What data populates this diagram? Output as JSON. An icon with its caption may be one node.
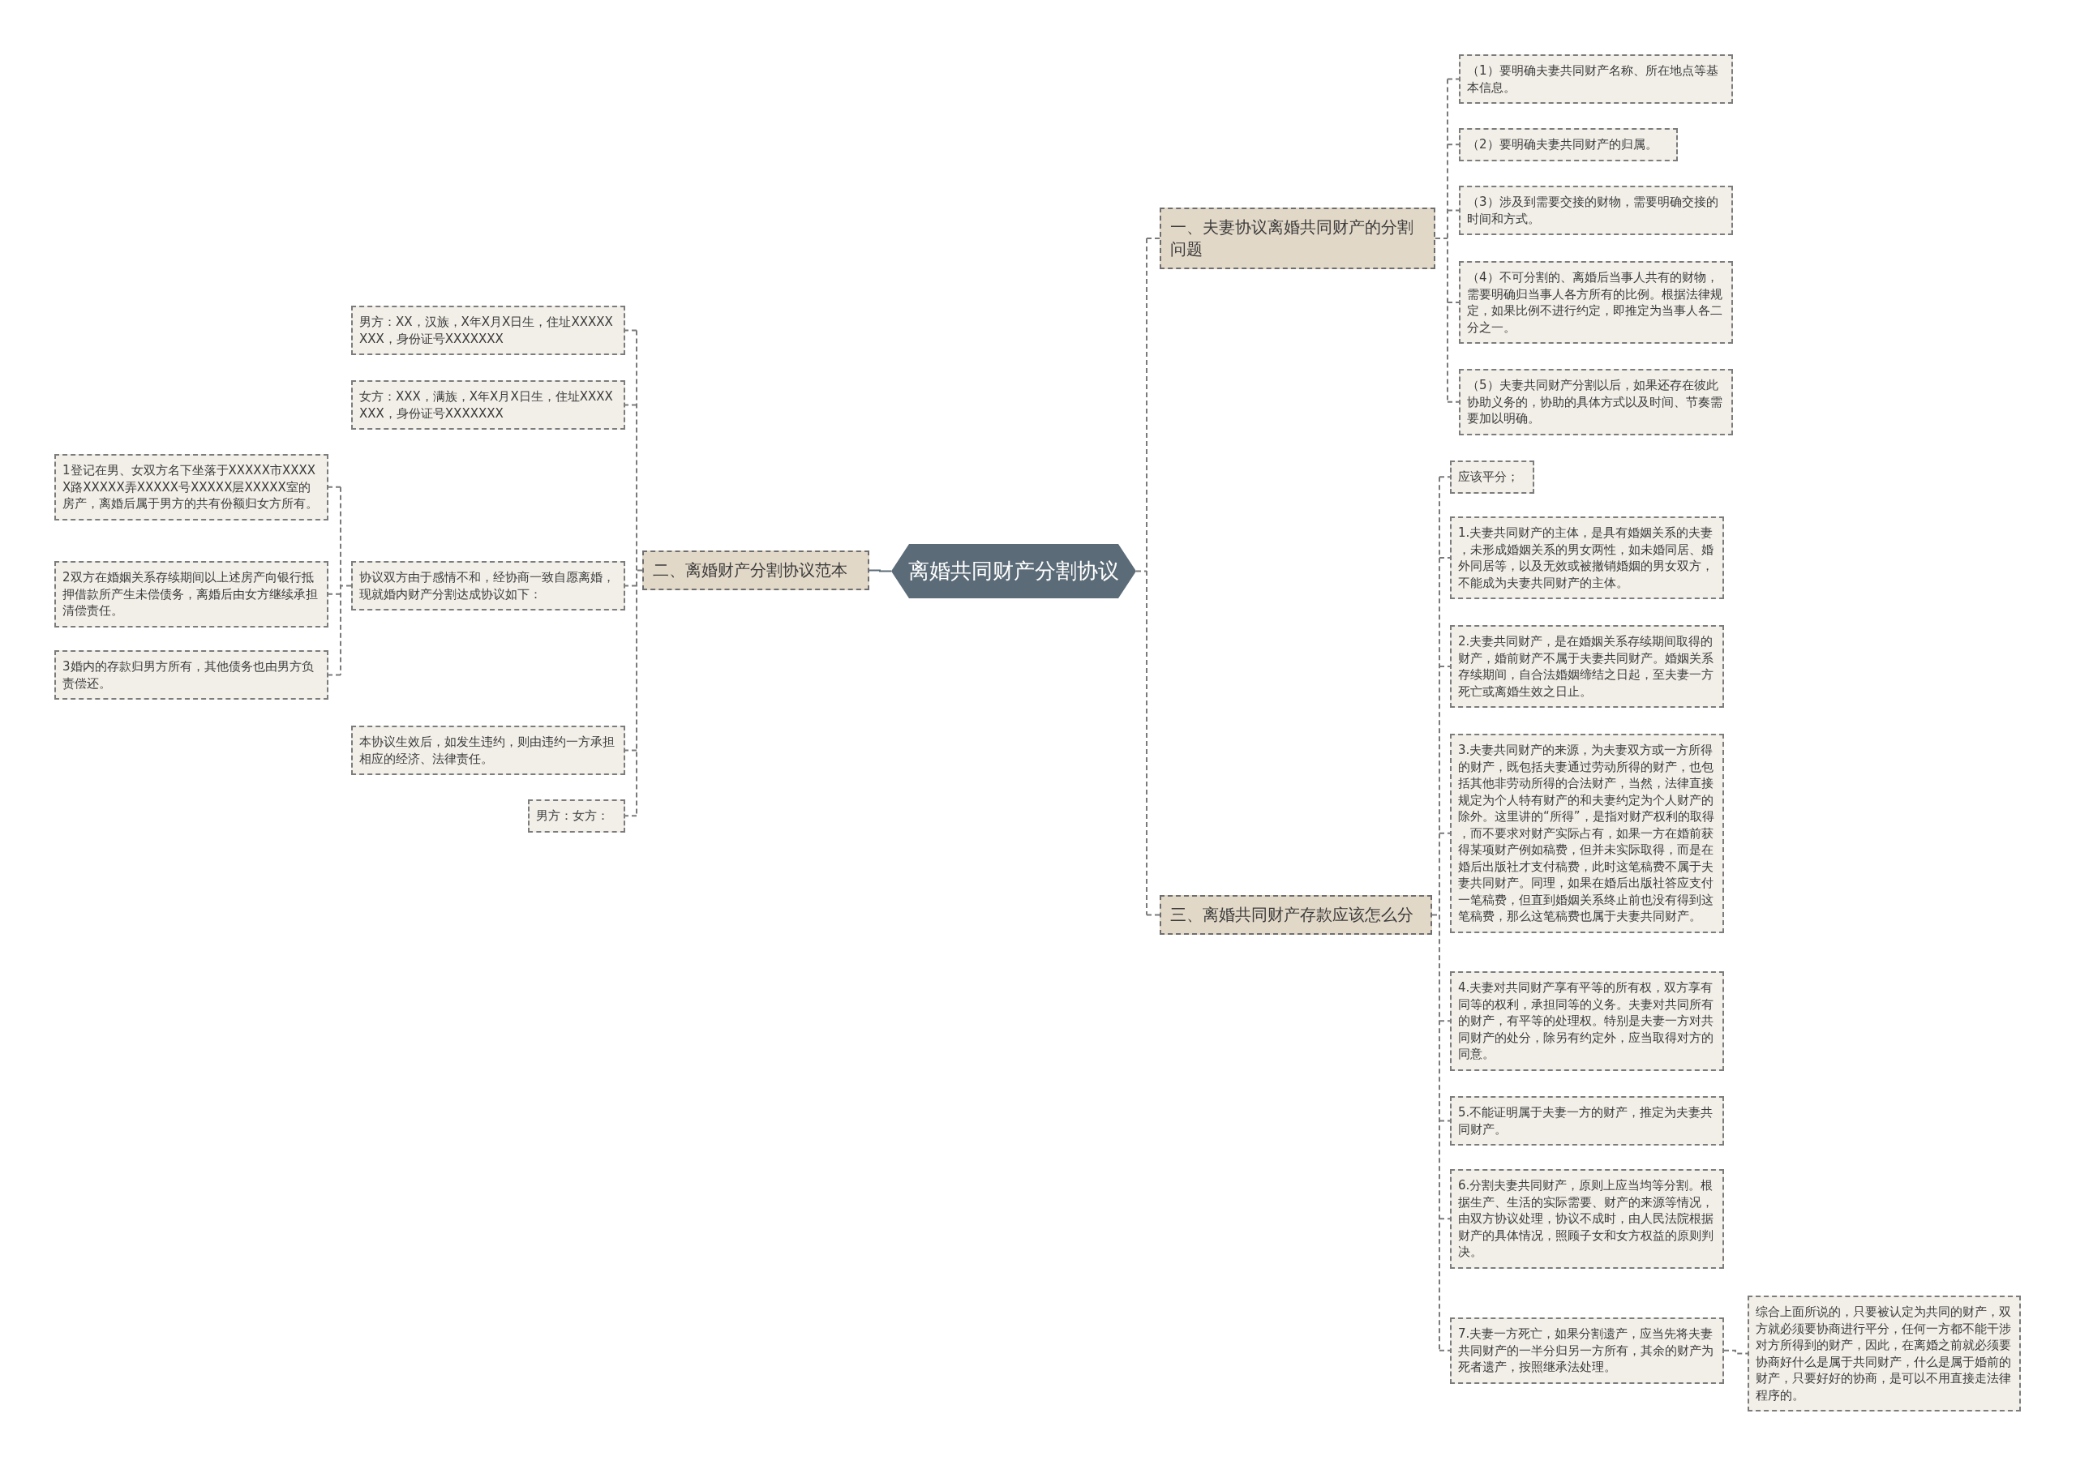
{
  "diagram": {
    "nodes": [
      {
        "text": [
          "离婚共同财产分割协议"
        ]
      },
      {
        "text": [
          "一、夫妻协议离婚共同财产的分割问题"
        ]
      },
      {
        "text": [
          "（1）要明确夫妻共同财产名称、所在地点等基本信息。"
        ]
      },
      {
        "text": [
          "（2）要明确夫妻共同财产的归属。"
        ]
      },
      {
        "text": [
          "（3）涉及到需要交接的财物，需要明确交接的时间和方式。"
        ]
      },
      {
        "text": [
          "（4）不可分割的、离婚后当事人共有的财物，需要明确归当事人各方所有的比例。根据法律规定，如果比例不进行约定，即推定为当事人各二分之一。"
        ]
      },
      {
        "text": [
          "（5）夫妻共同财产分割以后，如果还存在彼此协助义务的，协助的具体方式以及时间、节奏需要加以明确。"
        ]
      },
      {
        "text": [
          "二、离婚财产分割协议范本"
        ]
      },
      {
        "text": [
          "男方：XX，汉族，X年X月X日生，住址XXXXXXXX，身份证号XXXXXXX"
        ]
      },
      {
        "text": [
          "女方：XXX，满族，X年X月X日生，住址XXXXXXX，身份证号XXXXXXX"
        ]
      },
      {
        "text": [
          "协议双方由于感情不和，经协商一致自愿离婚，现就婚内财产分割达成协议如下："
        ]
      },
      {
        "text": [
          "1登记在男、女双方名下坐落于XXXXX市XXXXX路XXXXX弄XXXXX号XXXXX层XXXXX室的房产，离婚后属于男方的共有份额归女方所有。"
        ]
      },
      {
        "text": [
          "2双方在婚姻关系存续期间以上述房产向银行抵押借款所产生未偿债务，离婚后由女方继续承担清偿责任。"
        ]
      },
      {
        "text": [
          "3婚内的存款归男方所有，其他债务也由男方负责偿还。"
        ]
      },
      {
        "text": [
          "本协议生效后，如发生违约，则由违约一方承担相应的经济、法律责任。"
        ]
      },
      {
        "text": [
          "男方：女方："
        ]
      },
      {
        "text": [
          "三、离婚共同财产存款应该怎么分"
        ]
      },
      {
        "text": [
          "应该平分；"
        ]
      },
      {
        "text": [
          "1.夫妻共同财产的主体，是具有婚姻关系的夫妻，未形成婚姻关系的男女两性，如未婚同居、婚外同居等，以及无效或被撤销婚姻的男女双方，不能成为夫妻共同财产的主体。"
        ]
      },
      {
        "text": [
          "2.夫妻共同财产，是在婚姻关系存续期间取得的财产，婚前财产不属于夫妻共同财产。婚姻关系存续期间，自合法婚姻缔结之日起，至夫妻一方死亡或离婚生效之日止。"
        ]
      },
      {
        "text": [
          "3.夫妻共同财产的来源，为夫妻双方或一方所得的财产，既包括夫妻通过劳动所得的财产，也包括其他非劳动所得的合法财产，当然，法律直接规定为个人特有财产的和夫妻约定为个人财产的除外。这里讲的“所得”，是指对财产权利的取得，而不要求对财产实际占有，如果一方在婚前获得某项财产例如稿费，但并未实际取得，而是在婚后出版社才支付稿费，此时这笔稿费不属于夫妻共同财产。同理，如果在婚后出版社答应支付一笔稿费，但直到婚姻关系终止前也没有得到这笔稿费，那么这笔稿费也属于夫妻共同财产。"
        ]
      },
      {
        "text": [
          "4.夫妻对共同财产享有平等的所有权，双方享有同等的权利，承担同等的义务。夫妻对共同所有的财产，有平等的处理权。特别是夫妻一方对共同财产的处分，除另有约定外，应当取得对方的同意。"
        ]
      },
      {
        "text": [
          "5.不能证明属于夫妻一方的财产，推定为夫妻共同财产。"
        ]
      },
      {
        "text": [
          "6.分割夫妻共同财产，原则上应当均等分割。根据生产、生活的实际需要、财产的来源等情况，由双方协议处理，协议不成时，由人民法院根据财产的具体情况，照顾子女和女方权益的原则判决。"
        ]
      },
      {
        "text": [
          "7.夫妻一方死亡，如果分割遗产，应当先将夫妻共同财产的一半分归另一方所有，其余的财产为死者遗产，按照继承法处理。"
        ]
      },
      {
        "text": [
          "综合上面所说的，只要被认定为共同的财产，双方就必须要协商进行平分，任何一方都不能干涉对方所得到的财产，因此，在离婚之前就必须要协商好什么是属于共同财产，什么是属于婚前的财产，只要好好的协商，是可以不用直接走法律程序的。"
        ]
      }
    ],
    "edges": [
      {
        "from": 0,
        "to": 1,
        "arrow": "none",
        "style": "dashed"
      },
      {
        "from": 1,
        "to": 2,
        "arrow": "none",
        "style": "dashed"
      },
      {
        "from": 1,
        "to": 3,
        "arrow": "none",
        "style": "dashed"
      },
      {
        "from": 1,
        "to": 4,
        "arrow": "none",
        "style": "dashed"
      },
      {
        "from": 1,
        "to": 5,
        "arrow": "none",
        "style": "dashed"
      },
      {
        "from": 1,
        "to": 6,
        "arrow": "none",
        "style": "dashed"
      },
      {
        "from": 0,
        "to": 7,
        "arrow": "none",
        "color": "#5b6b77"
      },
      {
        "from": 7,
        "to": 8,
        "arrow": "none",
        "style": "dashed"
      },
      {
        "from": 7,
        "to": 9,
        "arrow": "none",
        "style": "dashed"
      },
      {
        "from": 7,
        "to": 10,
        "arrow": "none",
        "style": "dashed"
      },
      {
        "from": 10,
        "to": 11,
        "arrow": "none",
        "style": "dashed"
      },
      {
        "from": 10,
        "to": 12,
        "arrow": "none",
        "style": "dashed"
      },
      {
        "from": 10,
        "to": 13,
        "arrow": "none",
        "style": "dashed"
      },
      {
        "from": 7,
        "to": 14,
        "arrow": "none",
        "style": "dashed"
      },
      {
        "from": 7,
        "to": 15,
        "arrow": "none",
        "style": "dashed"
      },
      {
        "from": 0,
        "to": 16,
        "arrow": "none",
        "style": "dashed"
      },
      {
        "from": 16,
        "to": 17,
        "arrow": "none",
        "style": "dashed"
      },
      {
        "from": 16,
        "to": 18,
        "arrow": "none",
        "style": "dashed"
      },
      {
        "from": 16,
        "to": 19,
        "arrow": "none",
        "style": "dashed"
      },
      {
        "from": 16,
        "to": 20,
        "arrow": "none",
        "style": "dashed"
      },
      {
        "from": 16,
        "to": 21,
        "arrow": "none",
        "style": "dashed"
      },
      {
        "from": 16,
        "to": 22,
        "arrow": "none",
        "style": "dashed"
      },
      {
        "from": 16,
        "to": 23,
        "arrow": "none",
        "style": "dashed"
      },
      {
        "from": 16,
        "to": 24,
        "arrow": "none",
        "style": "dashed"
      },
      {
        "from": 24,
        "to": 25,
        "arrow": "none",
        "style": "dashed"
      }
    ]
  }
}
